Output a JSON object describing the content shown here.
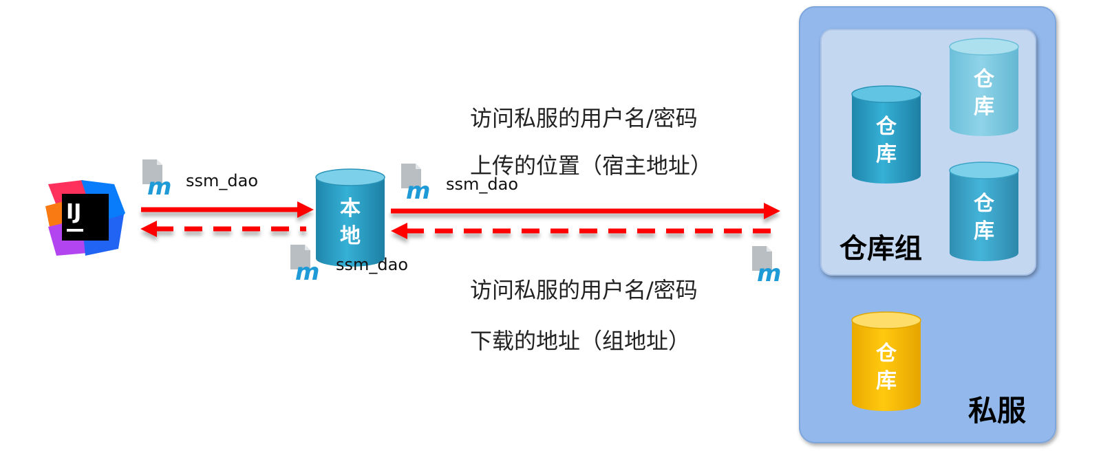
{
  "ide": {
    "logo_text": "IJ"
  },
  "artifact_label": "ssm_dao",
  "local_repo": {
    "label_line1": "本",
    "label_line2": "地"
  },
  "upload_info": {
    "line1": "访问私服的用户名/密码",
    "line2": "上传的位置（宿主地址）"
  },
  "download_info": {
    "line1": "访问私服的用户名/密码",
    "line2": "下载的地址（组地址）"
  },
  "private_server": {
    "title": "私服",
    "group_title": "仓库组",
    "repo_label_line1": "仓",
    "repo_label_line2": "库"
  },
  "colors": {
    "arrow": "#ff0000",
    "server_bg": "#92b8ec",
    "group_bg": "#c4d7f1",
    "repo_blue": "#31a6cc",
    "repo_light": "#7ecae0",
    "repo_gold": "#f7be00"
  }
}
